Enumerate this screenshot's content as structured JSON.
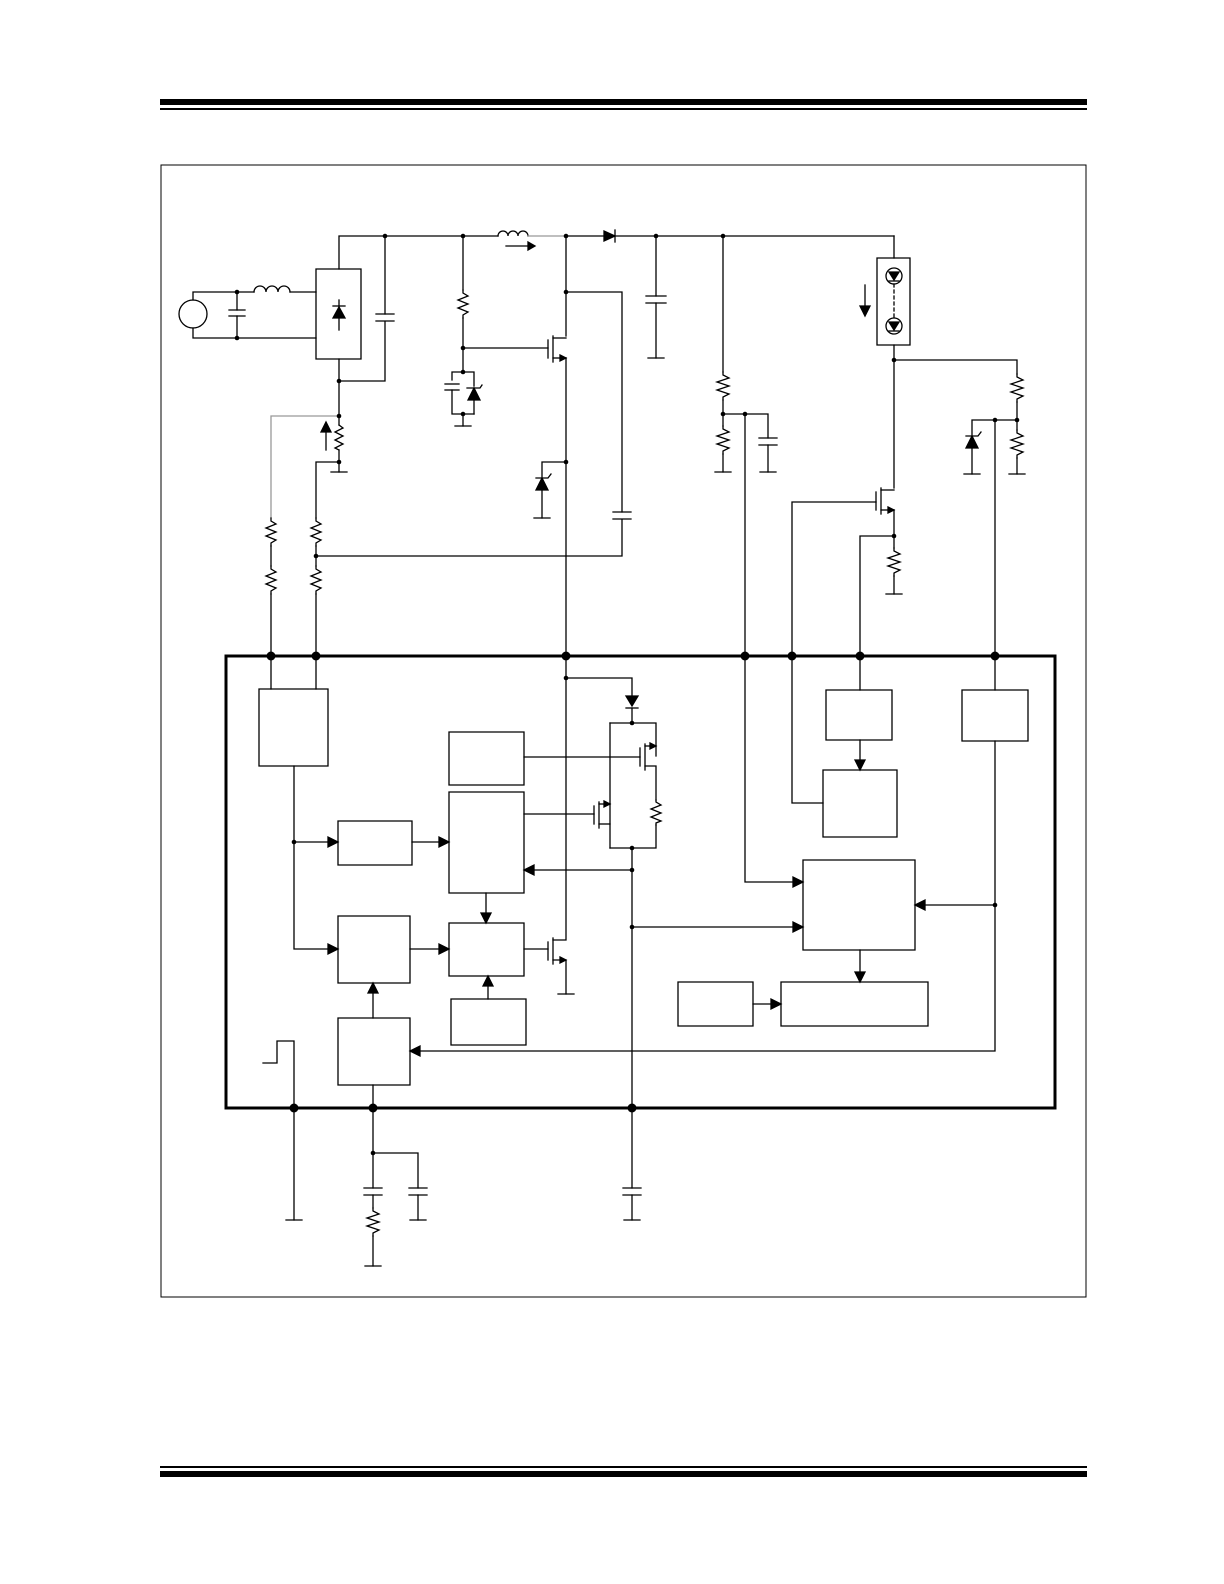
{
  "figure": {
    "kind": "circuit-schematic",
    "frame": "bordered-panel",
    "labels_visible": false
  },
  "colors": {
    "ink": "#000000",
    "paper": "#ffffff",
    "faint_wire": "#999999"
  },
  "header_rules": "double-rule",
  "footer_rules": "double-rule",
  "icons": [
    "ac-source-icon",
    "bridge-rectifier-icon",
    "inductor-icon",
    "diode-icon",
    "capacitor-icon",
    "resistor-icon",
    "zener-diode-icon",
    "mosfet-icon",
    "led-string-icon",
    "ground-icon",
    "potentiometer-icon"
  ]
}
